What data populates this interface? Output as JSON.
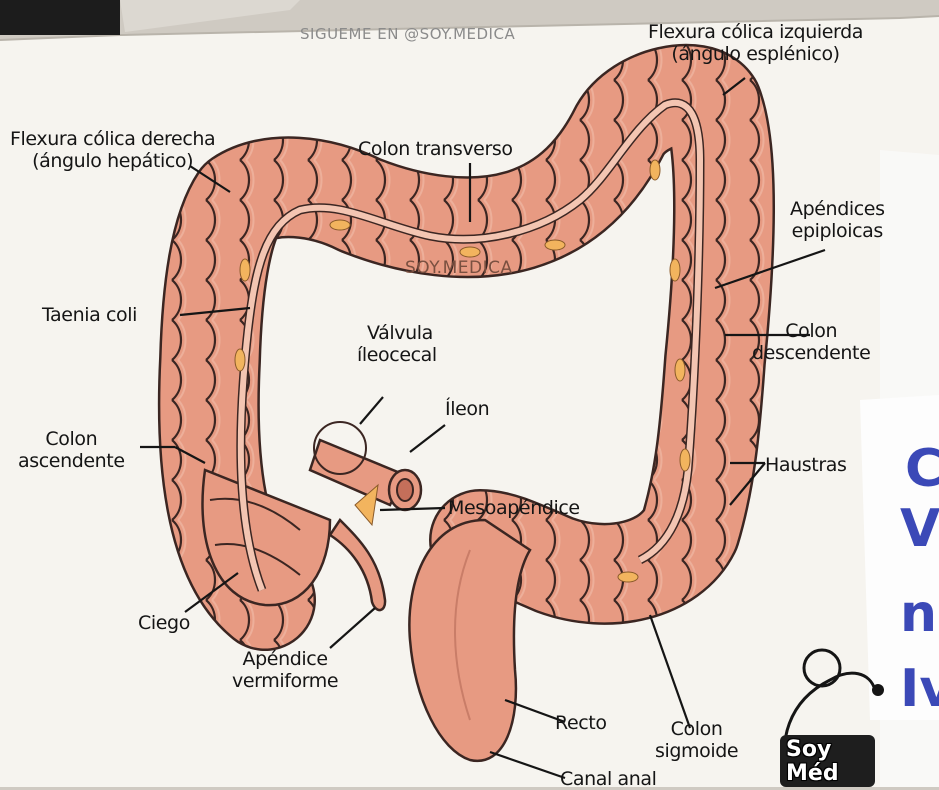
{
  "watermark_top": "SIGUEME EN @SOY.MEDICA",
  "watermark_center": "SOY.MEDICA",
  "labels": {
    "flexura_izquierda": [
      "Flexura cólica izquierda",
      "(ángulo esplénico)"
    ],
    "flexura_derecha": [
      "Flexura cólica derecha",
      "(ángulo hepático)"
    ],
    "colon_transverso": "Colon transverso",
    "apendices_epiploicas": [
      "Apéndices",
      "epiploicas"
    ],
    "taenia_coli": "Taenia coli",
    "valvula_ileocecal": [
      "Válvula",
      "íleocecal"
    ],
    "colon_descendente": [
      "Colon",
      "descendente"
    ],
    "ileon": "Íleon",
    "colon_ascendente": [
      "Colon",
      "ascendente"
    ],
    "haustras": "Haustras",
    "mesoapendice": "Mesoapéndice",
    "ciego": "Ciego",
    "apendice_vermiforme": [
      "Apéndice",
      "vermiforme"
    ],
    "recto": "Recto",
    "colon_sigmoide": [
      "Colon",
      "sigmoide"
    ],
    "canal_anal": "Canal anal"
  },
  "logo": [
    "Soy",
    "Méd"
  ],
  "side_text": [
    "C",
    "V",
    "n",
    "Iv"
  ],
  "colors": {
    "colon_fill": "#e79a82",
    "colon_outline": "#3b2622",
    "taenia_band": "#f3c5b2",
    "fat_appendage": "#f2b45e",
    "handwriting": "#3b49b7",
    "paper": "#f6f4ef"
  }
}
